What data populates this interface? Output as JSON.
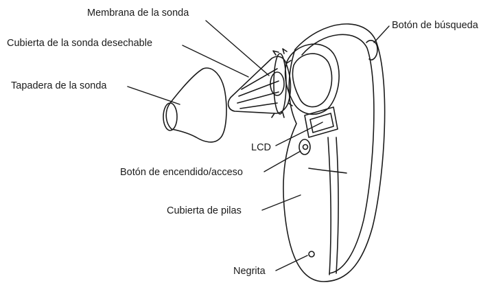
{
  "diagram": {
    "ink_color": "#1a1a1a",
    "labels": {
      "membrana": "Membrana de la sonda",
      "cubierta_desechable": "Cubierta de la sonda desechable",
      "tapadera": "Tapadera de la sonda",
      "boton_busqueda": "Botón de búsqueda",
      "lcd": "LCD",
      "boton_encendido": "Botón de encendido/acceso",
      "cubierta_pilas": "Cubierta de pilas",
      "negrita": "Negrita"
    }
  }
}
